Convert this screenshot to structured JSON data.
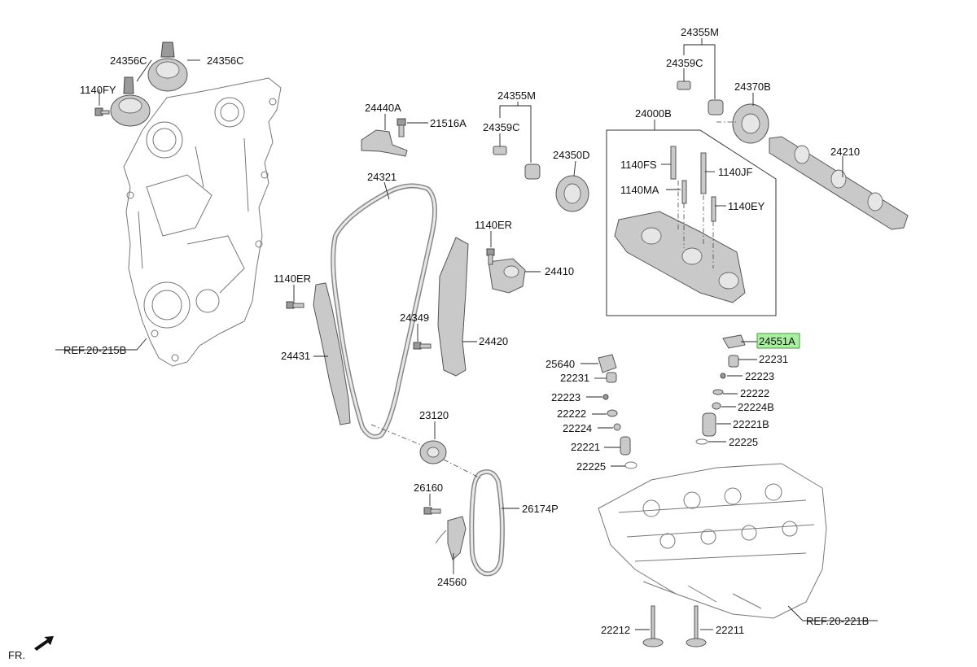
{
  "labels": {
    "p24356c_a": "24356C",
    "p24356c_b": "24356C",
    "p1140fy": "1140FY",
    "p24440a": "24440A",
    "p21516a": "21516A",
    "p24355m_mid": "24355M",
    "p24359c_mid": "24359C",
    "p24350d": "24350D",
    "p24355m_top": "24355M",
    "p24359c_top": "24359C",
    "p24370b": "24370B",
    "p24000b": "24000B",
    "p24210": "24210",
    "p1140fs": "1140FS",
    "p1140jf": "1140JF",
    "p1140ma": "1140MA",
    "p1140ey": "1140EY",
    "p24321": "24321",
    "p1140er_right": "1140ER",
    "p24410": "24410",
    "p1140er_left": "1140ER",
    "p24349": "24349",
    "p24420": "24420",
    "p24431": "24431",
    "p24551a": "24551A",
    "p22231_r": "22231",
    "p22223_r": "22223",
    "p22222_r": "22222",
    "p22224b": "22224B",
    "p22221b": "22221B",
    "p22225_r": "22225",
    "p25640": "25640",
    "p22231_l": "22231",
    "p22223_l": "22223",
    "p22222_l": "22222",
    "p22224": "22224",
    "p22221": "22221",
    "p22225_l": "22225",
    "p23120": "23120",
    "p26160": "26160",
    "p26174p": "26174P",
    "p24560": "24560",
    "p22212": "22212",
    "p22211": "22211",
    "ref_215b": "REF.20-215B",
    "ref_221b": "REF.20-221B",
    "front": "FR."
  },
  "colors": {
    "highlight_fill": "#a8f0a0",
    "highlight_stroke": "#4a9a40",
    "part_fill": "#c9c9c9",
    "line": "#222222"
  },
  "highlighted_part": "24551A"
}
